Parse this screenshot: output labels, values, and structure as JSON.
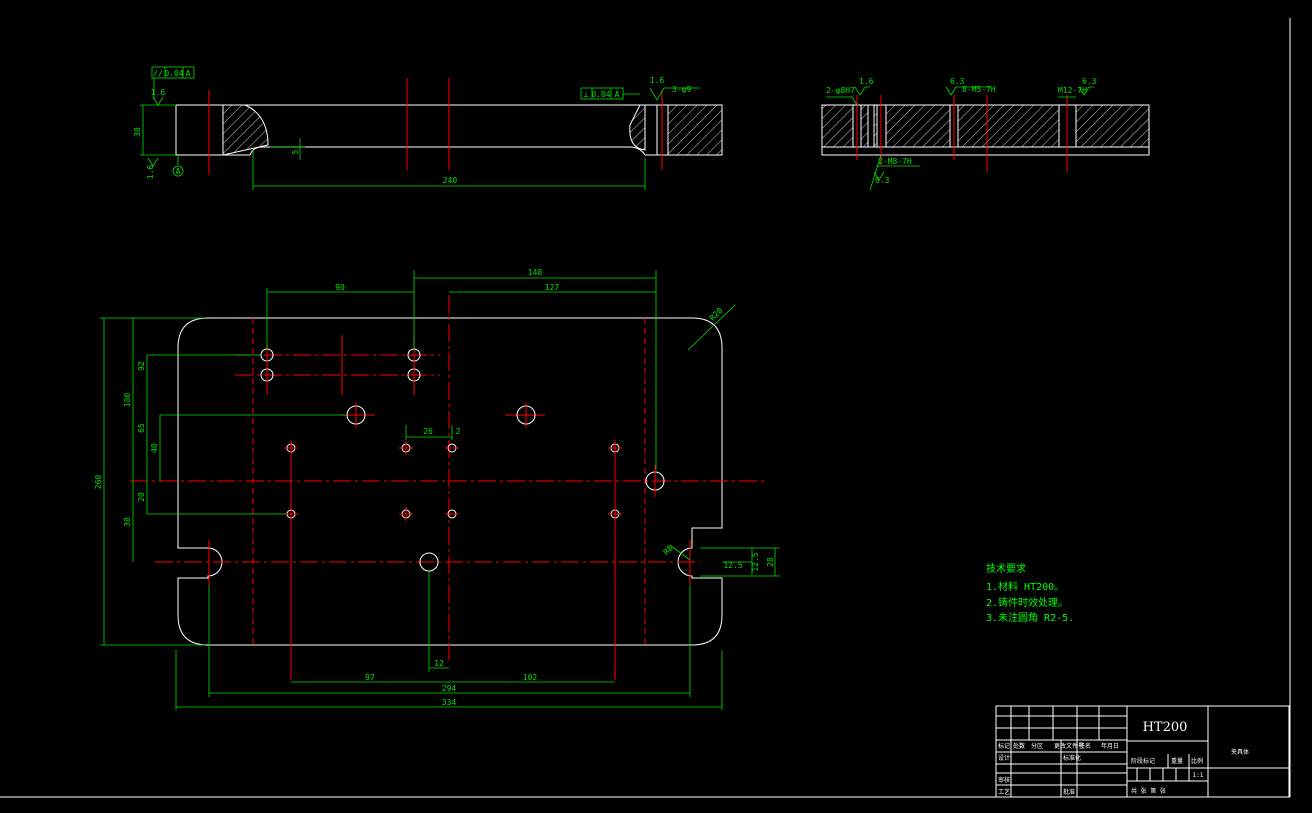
{
  "colors": {
    "background": "#000000",
    "outline": "#ffffff",
    "center_line": "#ff0000",
    "dimension": "#00e000",
    "hatch": "#ffffff"
  },
  "section_view": {
    "tol_parallel": "//",
    "tol_parallel_value": "0.04",
    "tol_parallel_datum": "A",
    "tol_perp": "⊥",
    "tol_perp_value": "0.04",
    "tol_perp_datum": "A",
    "rough_left": "1.6",
    "rough_right": "1.6",
    "hole_callout": "3-φ9",
    "height_dim": "30",
    "step_dim": "5",
    "length_dim": "240",
    "bottom_rough": "1.6",
    "datum": "A"
  },
  "side_view": {
    "pin_holes": "2-φ8H7",
    "pin_rough": "1.6",
    "thread_holes": "8-M5-7H",
    "thread_rough": "6.3",
    "thread_right": "M12-7H",
    "right_rough": "6.3",
    "bottom_callout": "2-M8-7H",
    "bottom_rough": "6.3"
  },
  "plan_view": {
    "dim_148": "148",
    "dim_90": "90",
    "dim_127": "127",
    "dim_R20": "R20",
    "dim_180": "180",
    "dim_260": "260",
    "dim_92": "92",
    "dim_65": "65",
    "dim_40": "40",
    "dim_20": "20",
    "dim_38": "38",
    "dim_26": "26",
    "dim_2": "2",
    "dim_12": "12",
    "dim_97": "97",
    "dim_102": "102",
    "dim_294": "294",
    "dim_334": "334",
    "dim_R8": "R8",
    "dim_12_5a": "12.5",
    "dim_12_5b": "12.5",
    "dim_28": "28"
  },
  "notes": {
    "heading": "技术要求",
    "line1": "1.材料 HT200。",
    "line2": "2.铸件时效处理。",
    "line3": "3.未注圆角 R2-5."
  },
  "title_block": {
    "material": "HT200",
    "part_name": "夹具体",
    "scale": "1:1",
    "row_labels": [
      "标记",
      "处数",
      "分区",
      "更改文件号",
      "签名",
      "年月日"
    ],
    "design": "设计",
    "standard": "标准化",
    "review": "审核",
    "craft": "工艺",
    "approve": "批准",
    "stage": "阶段标记",
    "weight": "重量",
    "ratio": "比例",
    "sheets": "共 张 第 张"
  }
}
